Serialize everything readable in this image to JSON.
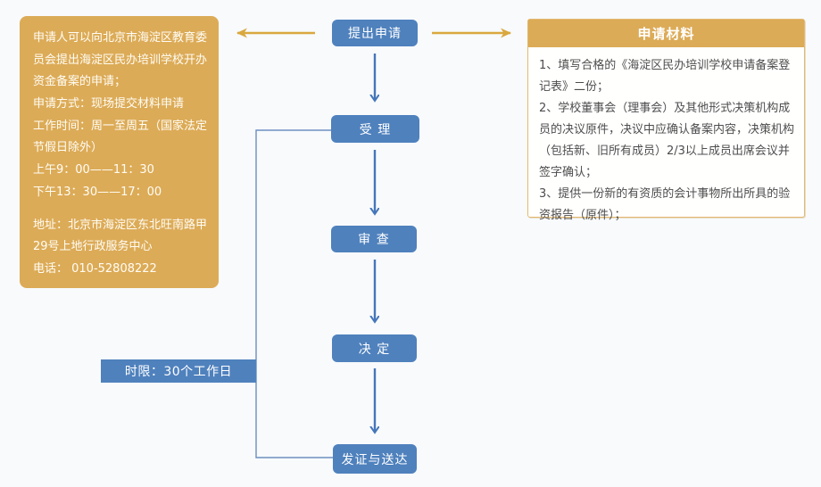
{
  "colors": {
    "gold": "#dcab57",
    "gold_border": "#e4b96f",
    "gold_arrow": "#d9a83f",
    "blue": "#4f81bd",
    "blue_arrow": "#4576b9",
    "bracket_blue": "#6d8fc0",
    "panel_text": "#4d4d4d",
    "page_bg": "#f8fafc"
  },
  "left_panel": {
    "lines": [
      "申请人可以向北京市海淀区教育委员会提出海淀区民办培训学校开办资金备案的申请；",
      "申请方式：现场提交材料申请",
      "工作时间：周一至周五（国家法定节假日除外）",
      "上午9：00——11：30",
      "下午13：30——17：00",
      "地址：北京市海淀区东北旺南路甲29号上地行政服务中心",
      "电话： 010-52808222"
    ]
  },
  "flow": {
    "steps": [
      {
        "label": "提出申请"
      },
      {
        "label": "受 理"
      },
      {
        "label": "审 查"
      },
      {
        "label": "决 定"
      },
      {
        "label": "发证与送达"
      }
    ],
    "time_limit_label": "时限：30个工作日"
  },
  "materials_panel": {
    "title": "申请材料",
    "items": [
      "1、填写合格的《海淀区民办培训学校申请备案登记表》二份；",
      "2、学校董事会（理事会）及其他形式决策机构成员的决议原件，决议中应确认备案内容，决策机构（包括新、旧所有成员）2/3以上成员出席会议并签字确认；",
      "3、提供一份新的有资质的会计事物所出所具的验资报告（原件）；"
    ]
  }
}
